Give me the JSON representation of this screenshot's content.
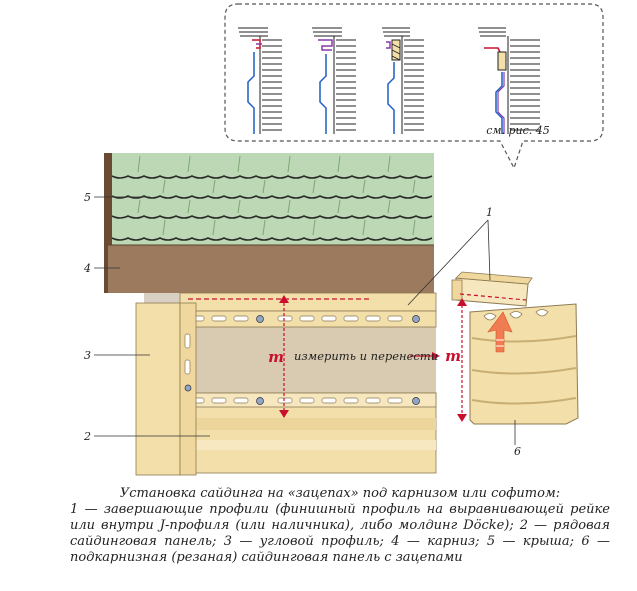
{
  "detail": {
    "ref_text": "см. рис. 45"
  },
  "callouts": [
    {
      "id": "5",
      "text": "5"
    },
    {
      "id": "4",
      "text": "4"
    },
    {
      "id": "3",
      "text": "3"
    },
    {
      "id": "2",
      "text": "2"
    },
    {
      "id": "1",
      "text": "1"
    },
    {
      "id": "6",
      "text": "6"
    }
  ],
  "measure": {
    "symbol": "m",
    "text": "измерить и перенести",
    "symbol_right": "m"
  },
  "caption": {
    "title": "Установка сайдинга на «зацепах» под карнизом или софитом:",
    "body": "1 — завершающие профили (финишный профиль на выравнивающей рейке или внутри J-профиля (или наличника), либо молдинг Döcke); 2 — рядовая сайдинговая панель; 3 — угловой профиль; 4 — карниз; 5 — крыша; 6 — подкарнизная (резаная) сайдинговая панель с зацепами"
  },
  "colors": {
    "roof": "#bcd8b4",
    "cornice": "#9b7a5e",
    "siding": "#f3dfa9",
    "wall": "#d9cbb1",
    "accent": "#c8102e",
    "arrow": "#f07c52"
  }
}
